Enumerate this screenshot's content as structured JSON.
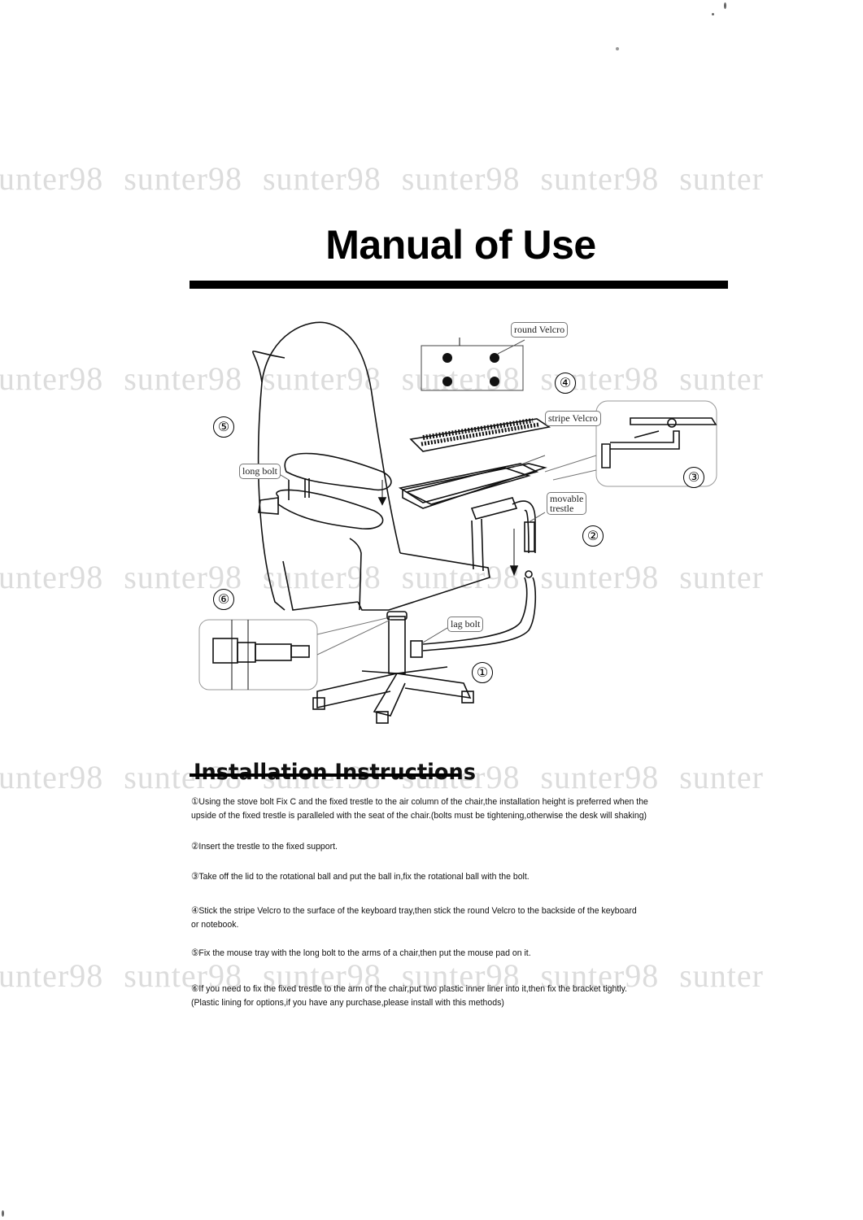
{
  "watermark": {
    "text": "sunter98",
    "rows": [
      "unter98 sunter98 sunter98 sunter98 sunter98 sunter",
      "unter98 sunter98 sunter98 sunter98 sunter98 sunter",
      "unter98 sunter98 sunter98 sunter98 sunter98 sunter",
      "unter98 sunter98 sunter98 sunter98 sunter98 sunter",
      "unter98 sunter98 sunter98 sunter98 sunter98 sunter"
    ]
  },
  "page": {
    "title": "Manual of Use",
    "section_title": "Installation Instructions"
  },
  "diagram": {
    "callouts": {
      "round_velcro": "round Velcro",
      "stripe_velcro": "stripe Velcro",
      "long_bolt": "long bolt",
      "movable_trestle_1": "movable",
      "movable_trestle_2": "trestle",
      "lag_bolt": "lag bolt"
    },
    "step_numbers": [
      "①",
      "②",
      "③",
      "④",
      "⑤",
      "⑥"
    ]
  },
  "instructions": [
    {
      "num": "①",
      "lines": [
        "①Using the stove bolt Fix C and the fixed trestle to the air column of the chair,the installation height is preferred when the",
        "upside of the fixed trestle is paralleled with the seat of the chair.(bolts must be tightening,otherwise the desk will shaking)"
      ]
    },
    {
      "num": "②",
      "lines": [
        "②Insert the trestle to the fixed support."
      ]
    },
    {
      "num": "③",
      "lines": [
        "③Take off the lid to the rotational ball and put the ball in,fix the rotational ball with the bolt."
      ]
    },
    {
      "num": "④",
      "lines": [
        "④Stick the stripe Velcro to the surface of the keyboard tray,then stick the round Velcro to the backside of the keyboard",
        "or notebook."
      ]
    },
    {
      "num": "⑤",
      "lines": [
        "⑤Fix the mouse tray with the long bolt to the arms of a chair,then put the mouse pad on it."
      ]
    },
    {
      "num": "⑥",
      "lines": [
        "⑥If you need to fix the fixed trestle to the arm of the chair,put two plastic inner liner into it,then fix the bracket tightly.",
        "(Plastic lining for options,if you have any purchase,please install with this methods)"
      ]
    }
  ]
}
